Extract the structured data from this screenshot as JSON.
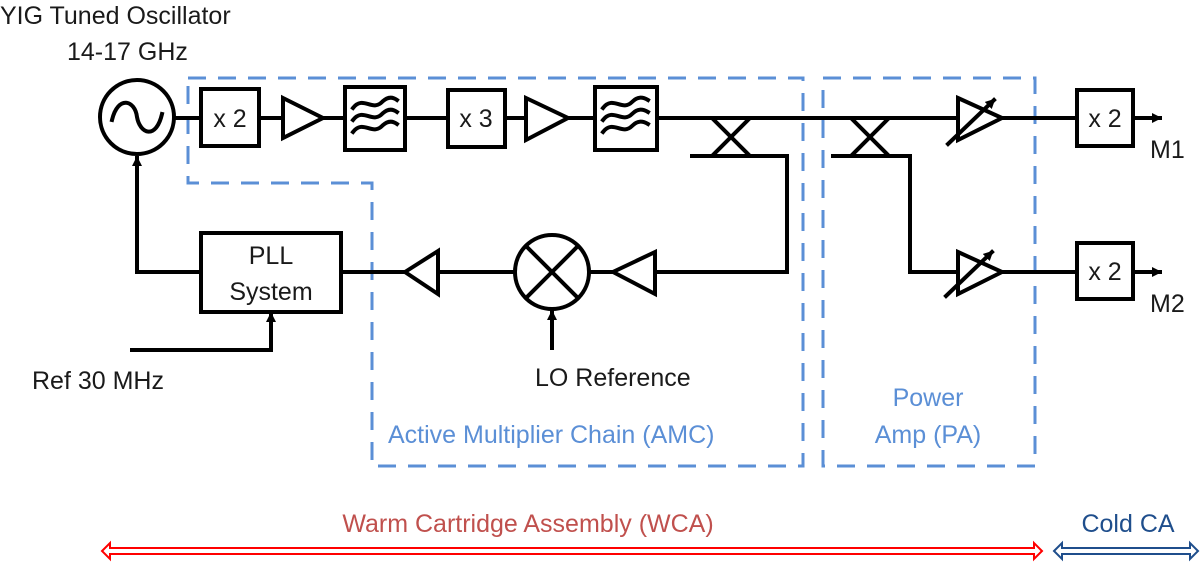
{
  "diagram": {
    "type": "block-diagram",
    "labels": {
      "oscillator_title": "YIG Tuned Oscillator",
      "oscillator_freq": "14-17 GHz",
      "pll_line1": "PLL",
      "pll_line2": "System",
      "ref_input": "Ref 30 MHz",
      "lo_reference": "LO Reference",
      "amc_label": "Active Multiplier Chain (AMC)",
      "pa_line1": "Power",
      "pa_line2": "Amp (PA)",
      "output_m1": "M1",
      "output_m2": "M2",
      "wca_label": "Warm Cartridge Assembly (WCA)",
      "cca_label": "Cold  CA"
    },
    "blocks": [
      {
        "id": "yto",
        "kind": "oscillator",
        "label": "YIG Tuned Oscillator"
      },
      {
        "id": "mult1",
        "kind": "multiplier",
        "label": "x 2"
      },
      {
        "id": "amp1",
        "kind": "amplifier"
      },
      {
        "id": "filt1",
        "kind": "bandpass-filter"
      },
      {
        "id": "mult2",
        "kind": "multiplier",
        "label": "x 3"
      },
      {
        "id": "amp2",
        "kind": "amplifier"
      },
      {
        "id": "filt2",
        "kind": "bandpass-filter"
      },
      {
        "id": "coupler1",
        "kind": "directional-coupler"
      },
      {
        "id": "coupler2",
        "kind": "directional-coupler"
      },
      {
        "id": "vamp1",
        "kind": "variable-amplifier"
      },
      {
        "id": "vamp2",
        "kind": "variable-amplifier"
      },
      {
        "id": "mult_m1",
        "kind": "multiplier",
        "label": "x 2"
      },
      {
        "id": "mult_m2",
        "kind": "multiplier",
        "label": "x 2"
      },
      {
        "id": "amp_fb1",
        "kind": "amplifier"
      },
      {
        "id": "mixer",
        "kind": "mixer"
      },
      {
        "id": "amp_fb2",
        "kind": "amplifier"
      },
      {
        "id": "pll",
        "kind": "pll",
        "label": "PLL System"
      }
    ],
    "colors": {
      "line": "#000000",
      "group_outline": "#5b8fd6",
      "wca": "#c0504d",
      "wca_arrow": "#ff0000",
      "cca": "#1f4e8c"
    }
  }
}
